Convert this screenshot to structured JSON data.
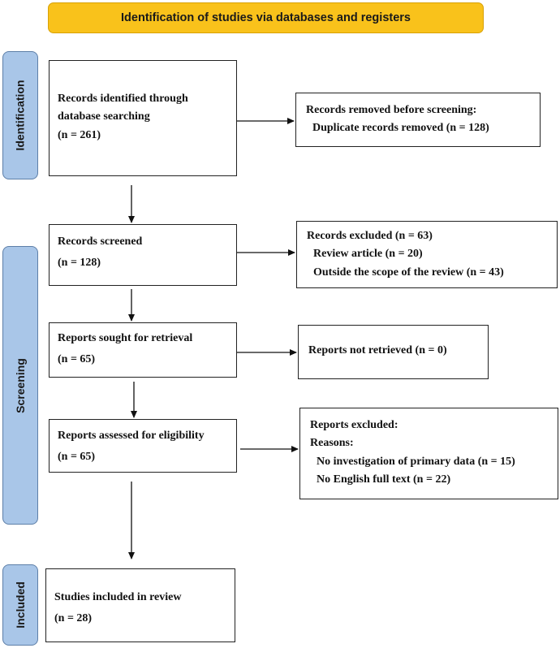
{
  "header": {
    "title": "Identification of studies via databases and registers"
  },
  "stages": {
    "identification": "Identification",
    "screening": "Screening",
    "included": "Included"
  },
  "boxes": {
    "identified": {
      "line1": "Records identified through",
      "line2": "database searching",
      "count": "(n = 261)"
    },
    "removed": {
      "title": "Records removed before screening:",
      "item": "Duplicate records removed (n = 128)"
    },
    "screened": {
      "label": "Records screened",
      "count": "(n = 128)"
    },
    "excluded": {
      "title": "Records excluded (n = 63)",
      "items": [
        "Review article (n = 20)",
        "Outside the scope of the review (n = 43)"
      ]
    },
    "sought": {
      "label": "Reports sought for retrieval",
      "count": "(n = 65)"
    },
    "not_retrieved": {
      "label": "Reports not retrieved (n = 0)"
    },
    "assessed": {
      "label": "Reports assessed for eligibility",
      "count": "(n = 65)"
    },
    "reports_excluded": {
      "title": "Reports excluded:",
      "reasons_label": "Reasons:",
      "items": [
        "No investigation of primary data (n = 15)",
        "No English full text (n = 22)"
      ]
    },
    "included": {
      "label": "Studies included in review",
      "count": "(n = 28)"
    }
  },
  "colors": {
    "header_fill": "#f9c21b",
    "stage_fill": "#a9c6e8",
    "box_border": "#222222"
  }
}
